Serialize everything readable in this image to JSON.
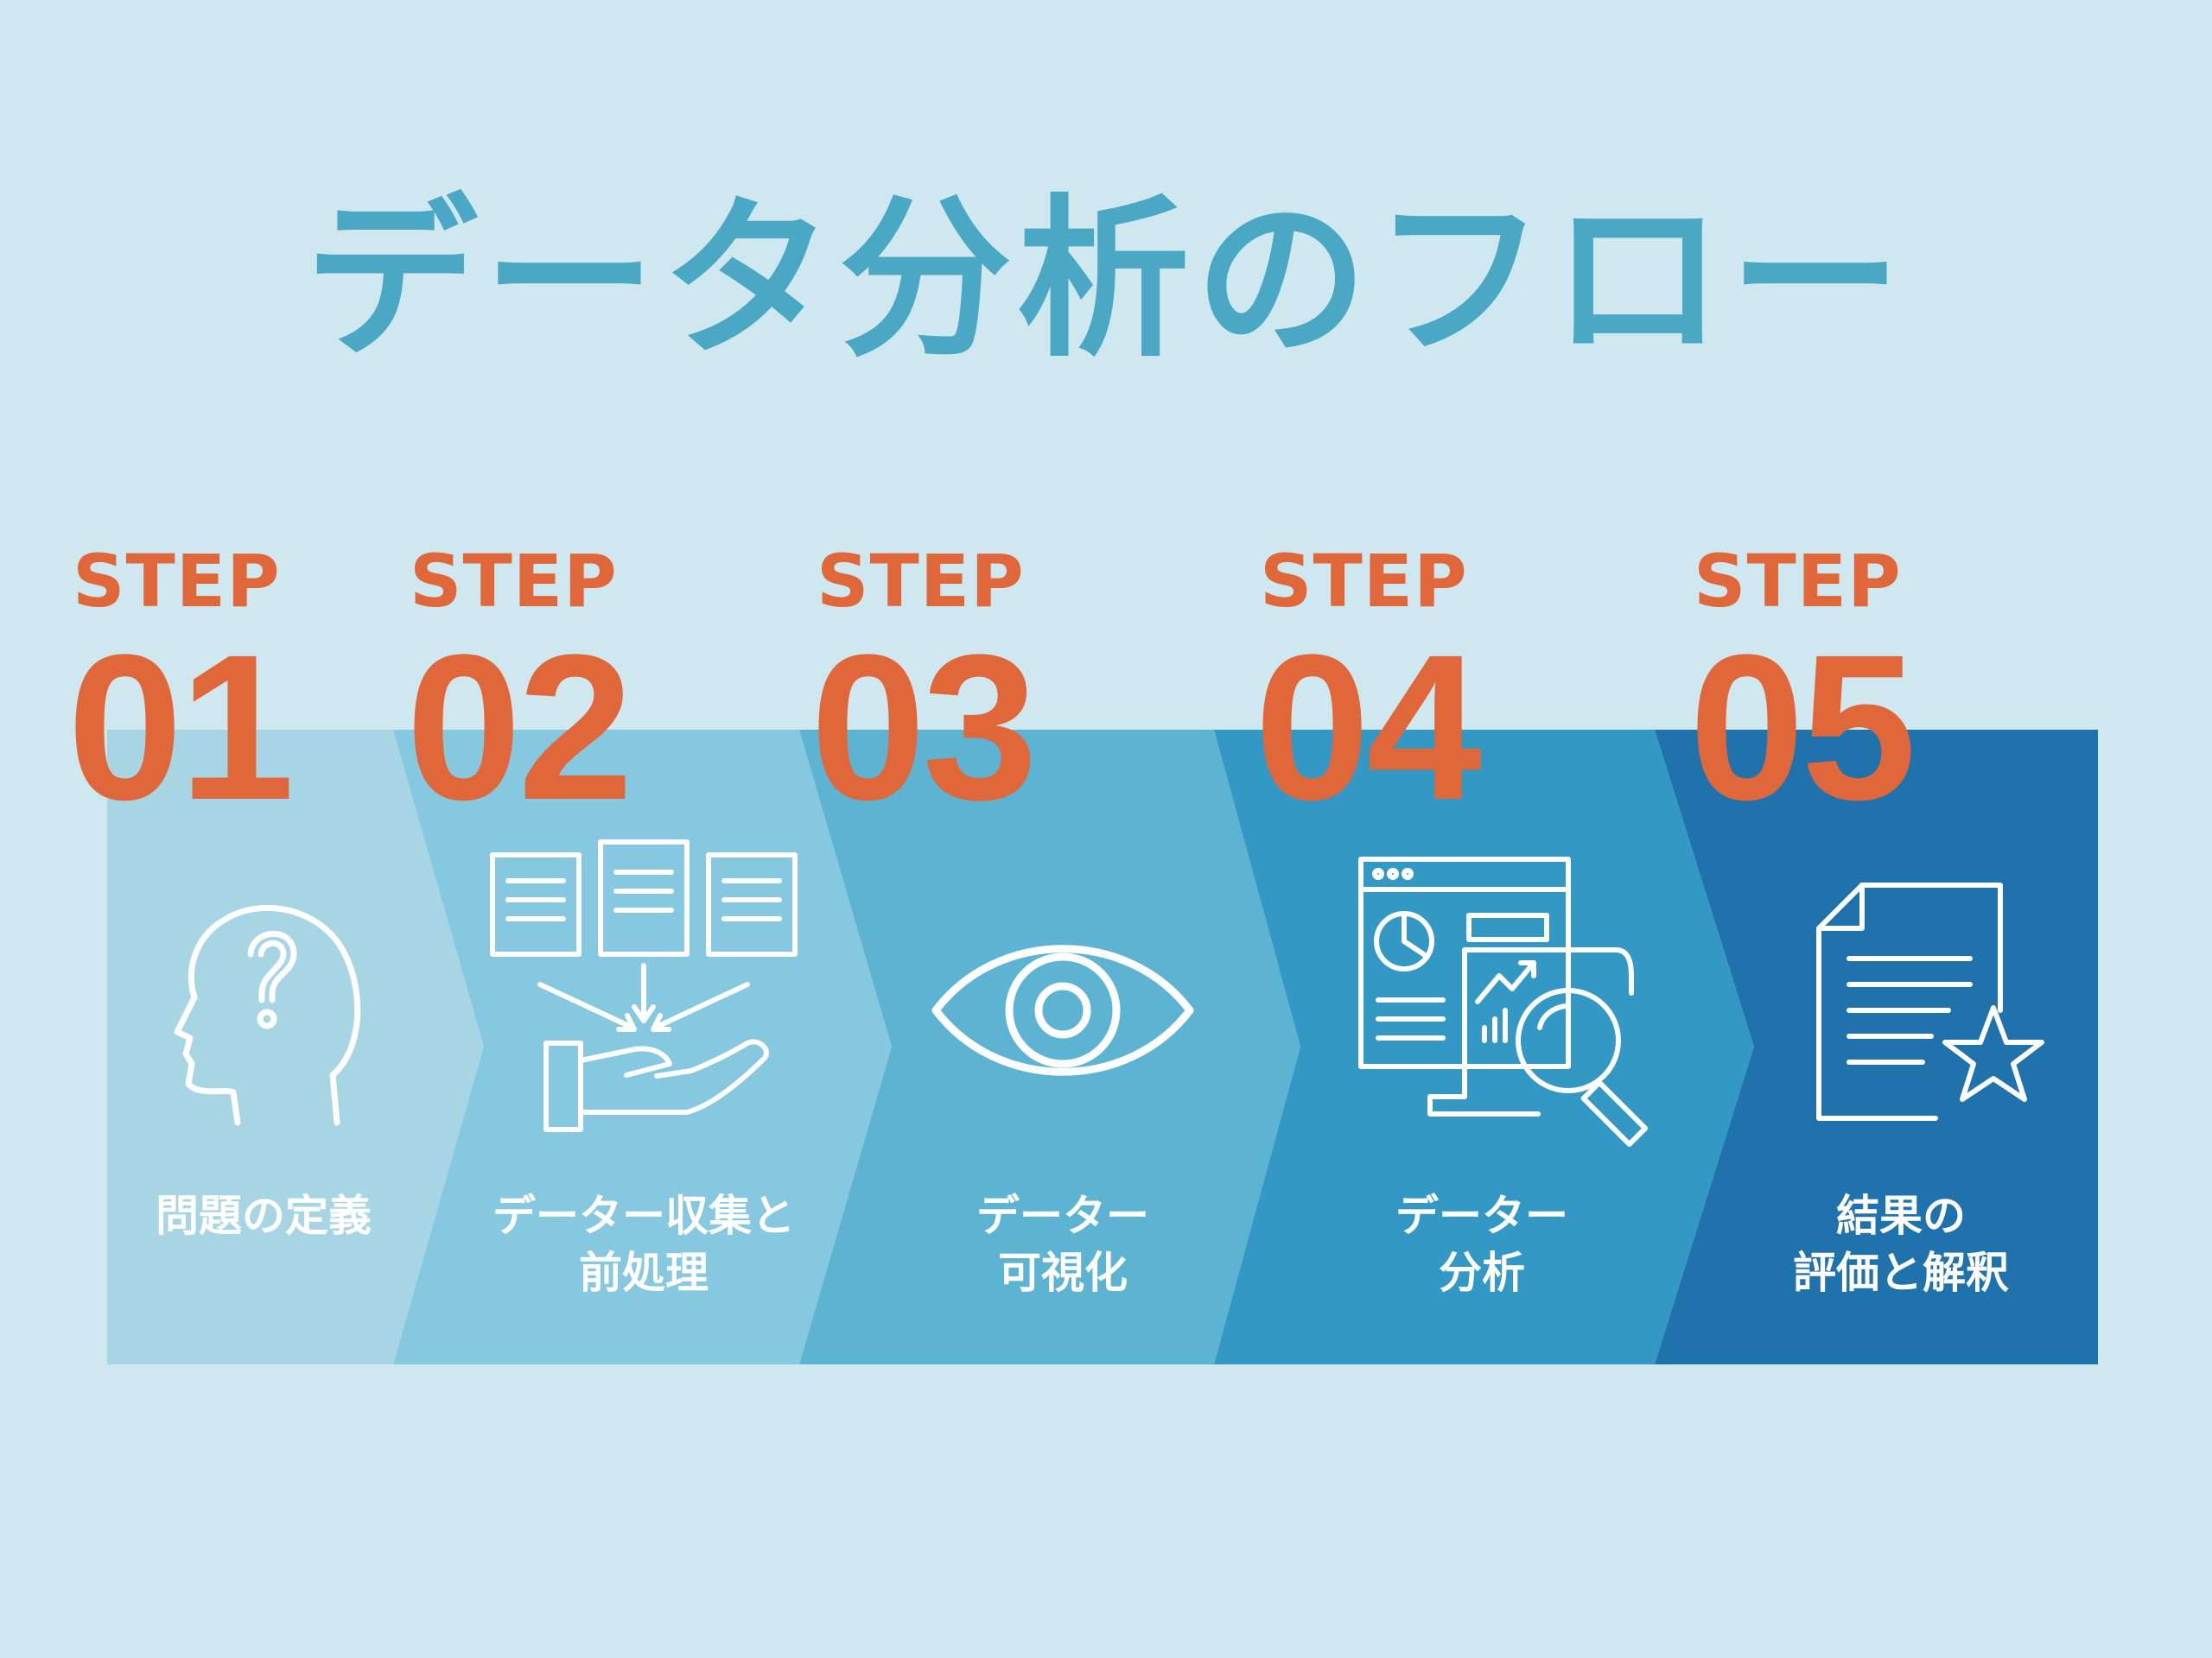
{
  "title": "データ分析のフロー",
  "colors": {
    "background": "#cfe8ef",
    "title": "#4aa8c4",
    "step_text": "#e0673a",
    "segments": [
      "#a8d5e3",
      "#86c8df",
      "#5cb4d2",
      "#3399c4",
      "#1f72ab"
    ]
  },
  "steps": [
    {
      "word": "STEP",
      "number": "01",
      "label_lines": [
        "問題の定義",
        ""
      ],
      "icon": "head-question-icon"
    },
    {
      "word": "STEP",
      "number": "02",
      "label_lines": [
        "データー収集と",
        "前処理"
      ],
      "icon": "documents-hand-icon"
    },
    {
      "word": "STEP",
      "number": "03",
      "label_lines": [
        "データー",
        "可視化"
      ],
      "icon": "eye-icon"
    },
    {
      "word": "STEP",
      "number": "04",
      "label_lines": [
        "データー",
        "分析"
      ],
      "icon": "dashboard-magnifier-icon"
    },
    {
      "word": "STEP",
      "number": "05",
      "label_lines": [
        "結果の",
        "評価と解釈"
      ],
      "icon": "document-star-icon"
    }
  ]
}
